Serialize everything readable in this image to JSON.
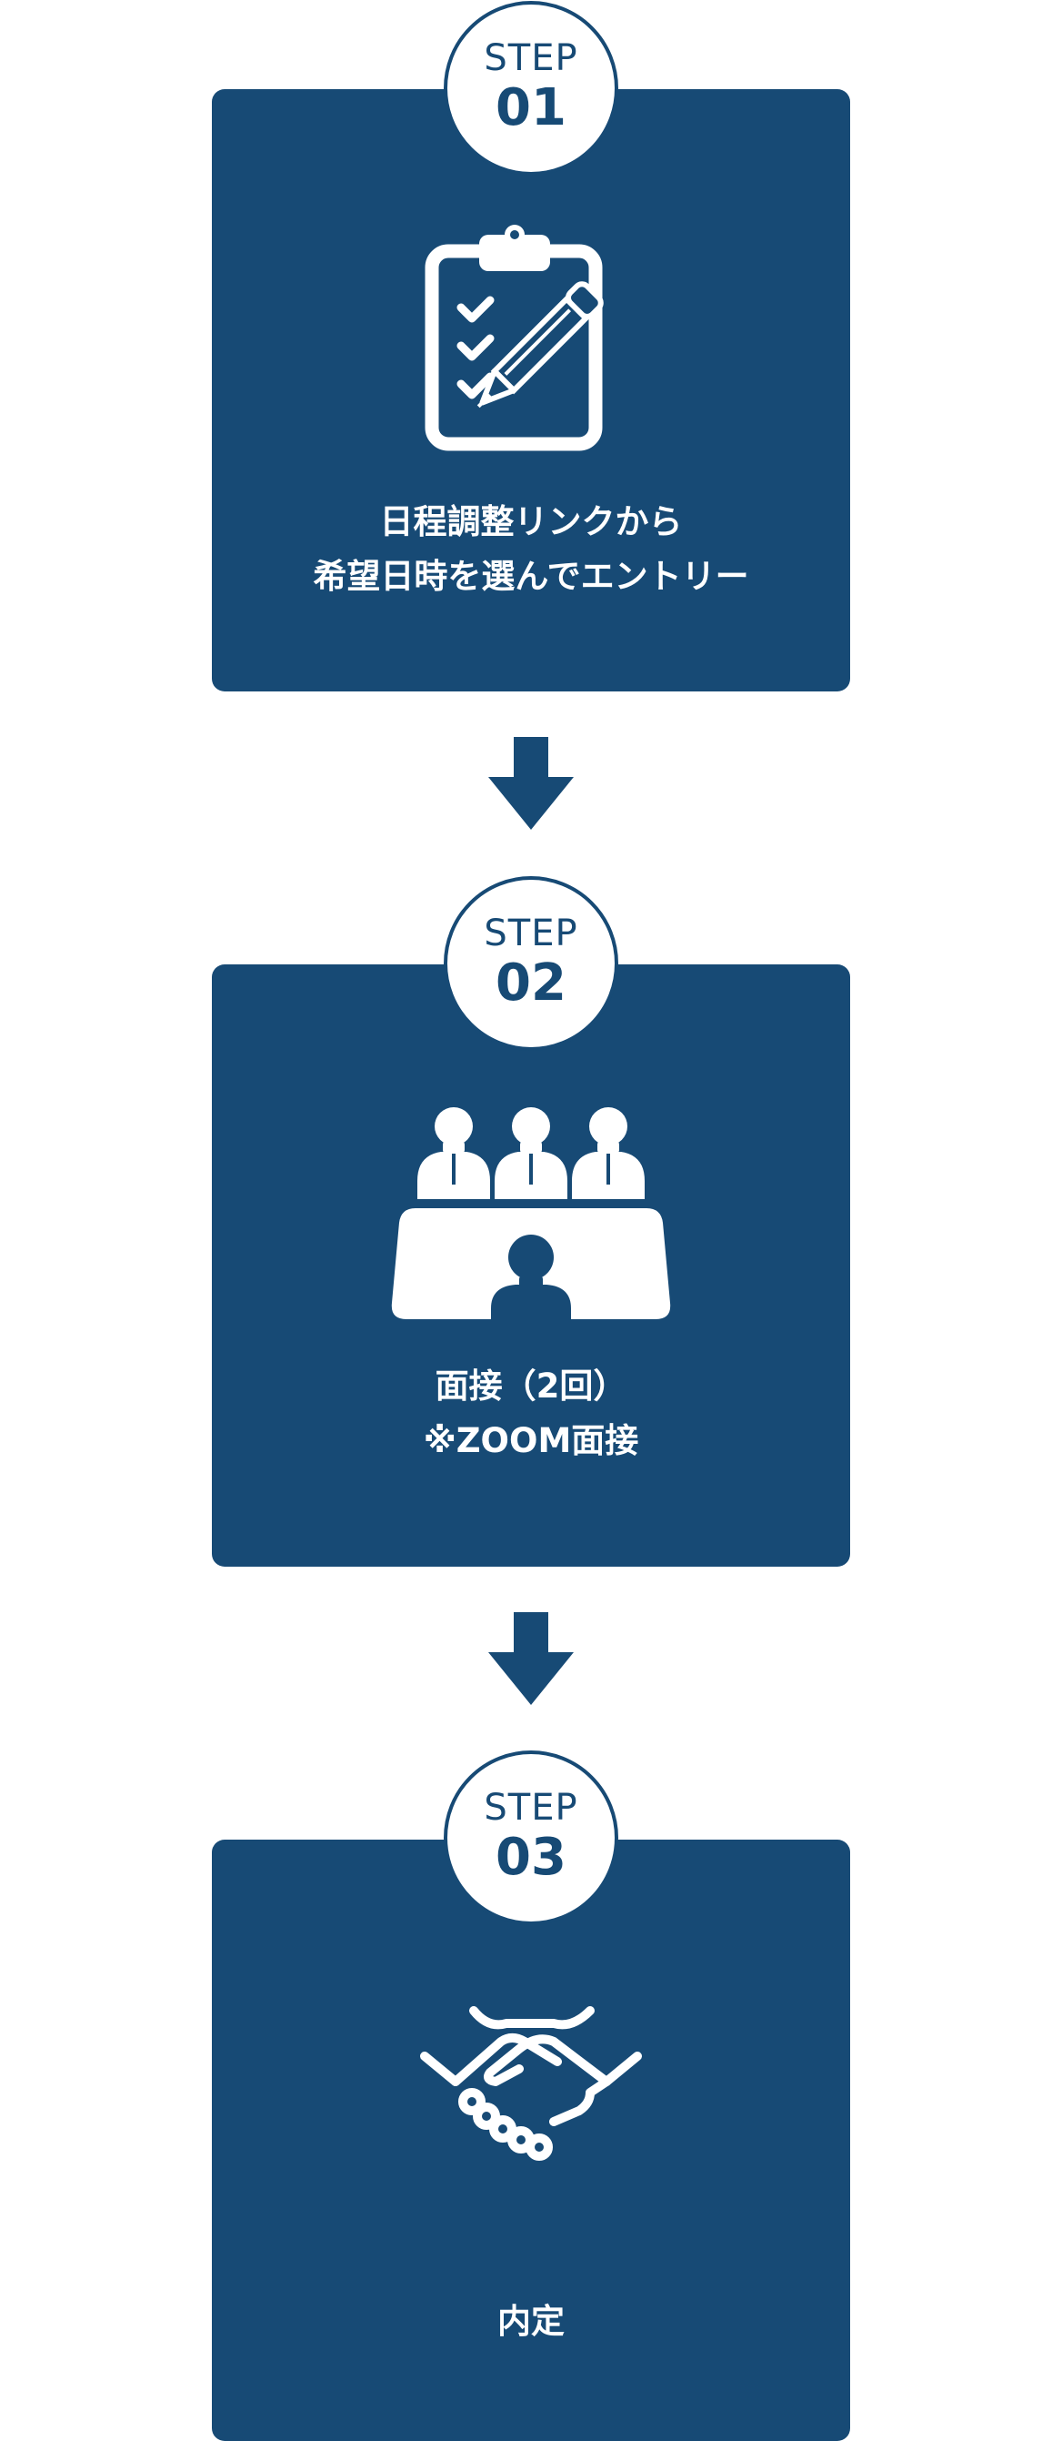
{
  "steps": [
    {
      "word": "STEP",
      "number": "01",
      "lines": [
        "日程調整リンクから",
        "希望日時を選んでエントリー"
      ],
      "icon": "clipboard-pen-icon"
    },
    {
      "word": "STEP",
      "number": "02",
      "lines": [
        "面接（2回）",
        "※ZOOM面接"
      ],
      "icon": "interview-panel-icon"
    },
    {
      "word": "STEP",
      "number": "03",
      "lines": [
        "内定"
      ],
      "icon": "handshake-icon"
    }
  ],
  "colors": {
    "primary": "#174a75",
    "background": "#ffffff"
  }
}
